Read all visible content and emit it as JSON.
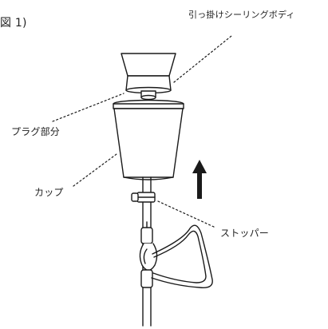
{
  "figure_label": "図 1)",
  "labels": {
    "ceiling_body": "引っ掛けシーリングボディ",
    "plug": "プラグ部分",
    "cup": "カップ",
    "stopper": "ストッパー"
  },
  "arrow_direction": "up",
  "colors": {
    "line": "#1a1a1a",
    "fill": "#ffffff"
  }
}
